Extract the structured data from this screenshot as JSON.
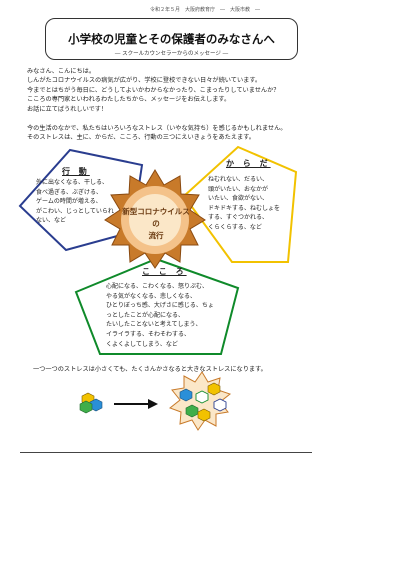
{
  "header": {
    "meta": "令和２年５月　大阪府教育庁　―　大阪市教　―"
  },
  "title": {
    "main": "小学校の児童とその保護者のみなさんへ",
    "sub": "― スクールカウンセラーからのメッセージ ―"
  },
  "body": {
    "lines": [
      "みなさん、こんにちは。",
      "しんがたコロナウイルスの病気が広がり、学校に登校できない日々が続いています。",
      "今までとはちがう毎日に、どうしてよいかわからなかったり、こまったりしていませんか？",
      "こころの専門家といわれるわたしたちから、メッセージをお伝えします。",
      "お話に立てばうれしいです！"
    ],
    "lines2": [
      "今の生活のなかで、私たちはいろいろなストレス（いやな気持ち）を感じるかもしれません。",
      "そのストレスは、主に、からだ、こころ、行動の三つにえいきょうをあたえます。"
    ]
  },
  "panels": {
    "action": {
      "title": "行 動",
      "lines": [
        "外に出なくなる、干しる、",
        "食べ過ぎる、ぶぎける、",
        "ゲームの時間が増える、",
        "がこわい、じっとしていられ",
        "ない、など"
      ]
    },
    "body": {
      "title": "か ら だ",
      "lines": [
        "ねむれない、だるい、",
        "頭がいたい、おなかが",
        "いたい、食欲がない、",
        "ドキドキする、ねむしょを",
        "する、すぐつかれる、",
        "くらくらする、など"
      ]
    },
    "mind": {
      "title": "こ こ ろ",
      "lines": [
        "心配になる、こわくなる、怒りぷむ、",
        "やる気がなくなる、悲しくなる、",
        "ひとりぼっち感、大げさに感じる、ちょ",
        "っとしたことが心配になる、",
        "たいしたことないと考えてしまう、",
        "イライラする、そわそわする、",
        "くよくよしてしまう、など"
      ]
    },
    "center": [
      "新型コロナウイルス",
      "の",
      "流行"
    ]
  },
  "footer": {
    "note": "一つ一つのストレスは小さくても、たくさんかさなると大きなストレスになります。"
  },
  "colors": {
    "action": "#2a3d8f",
    "body": "#f2c200",
    "mind": "#0f8a2a",
    "center_outer": "#c87a2a",
    "center_inner": "#f4c28a",
    "center_core": "#fbe7c8"
  },
  "icons": [
    "hexagon-cluster-small-icon",
    "arrow-right-icon",
    "virus-burst-icon"
  ]
}
